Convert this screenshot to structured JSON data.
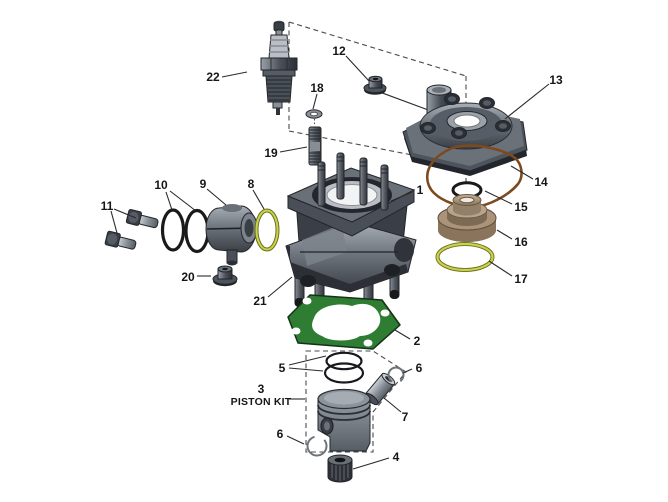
{
  "callouts": [
    {
      "num": "22"
    },
    {
      "num": "12"
    },
    {
      "num": "18"
    },
    {
      "num": "19"
    },
    {
      "num": "13"
    },
    {
      "num": "14"
    },
    {
      "num": "15"
    },
    {
      "num": "16"
    },
    {
      "num": "17"
    },
    {
      "num": "1"
    },
    {
      "num": "10"
    },
    {
      "num": "9"
    },
    {
      "num": "8"
    },
    {
      "num": "11"
    },
    {
      "num": "20"
    },
    {
      "num": "21"
    },
    {
      "num": "2"
    },
    {
      "num": "5"
    },
    {
      "num": "6"
    },
    {
      "num": "7"
    },
    {
      "num": "6"
    },
    {
      "num": "4"
    },
    {
      "num": "3"
    }
  ],
  "piston_kit_label": "PISTON KIT",
  "colors": {
    "background": "#ffffff",
    "gasket_green": "#2e7d32",
    "oring_yellow_green": "#bcc437",
    "oring_brown": "#7d4a1e",
    "oring_black": "#1a1a1a",
    "insert_tan": "#a8927a",
    "metal_gray": "#565c66",
    "metal_dark": "#2c3038",
    "outline": "#23262b",
    "label_text": "#161616"
  }
}
